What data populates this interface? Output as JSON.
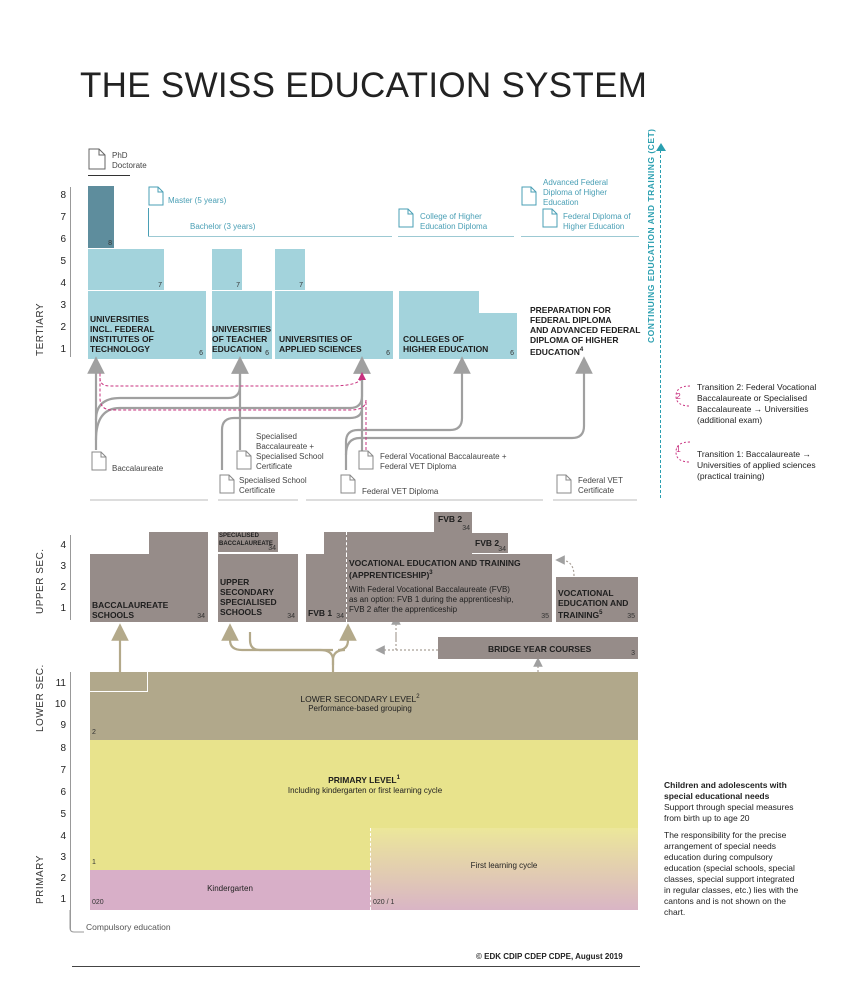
{
  "title": "THE SWISS EDUCATION SYSTEM",
  "side_labels": {
    "tertiary": "TERTIARY",
    "upper_sec": "UPPER SEC.",
    "lower_sec": "LOWER SEC.",
    "primary": "PRIMARY",
    "cet": "CONTINUING EDUCATION AND TRAINING (CET)"
  },
  "tertiary_axis": [
    "8",
    "7",
    "6",
    "5",
    "4",
    "3",
    "2",
    "1"
  ],
  "upper_axis": [
    "4",
    "3",
    "2",
    "1"
  ],
  "lower_axis": [
    "11",
    "10",
    "9"
  ],
  "primary_axis": [
    "8",
    "7",
    "6",
    "5",
    "4",
    "3",
    "2",
    "1"
  ],
  "tertiary": {
    "phd": "PhD\nDoctorate",
    "master": "Master (5 years)",
    "bachelor": "Bachelor (3 years)",
    "college_diploma": "College of Higher\nEducation Diploma",
    "adv_fed_diploma": "Advanced Federal\nDiploma of Higher\nEducation",
    "fed_diploma": "Federal Diploma of\nHigher Education",
    "universities": "UNIVERSITIES\nINCL. FEDERAL\nINSTITUTES OF\nTECHNOLOGY",
    "teacher": "UNIVERSITIES\nOF TEACHER\nEDUCATION",
    "applied": "UNIVERSITIES OF\nAPPLIED SCIENCES",
    "colleges": "COLLEGES OF\nHIGHER EDUCATION",
    "preparation": "PREPARATION FOR\nFEDERAL DIPLOMA\nAND ADVANCED FEDERAL\nDIPLOMA OF HIGHER\nEDUCATION",
    "prep_sup": "4",
    "n8": "8",
    "n7a": "7",
    "n7b": "7",
    "n7c": "7",
    "n6a": "6",
    "n6b": "6",
    "n6c": "6",
    "n6d": "6"
  },
  "certificates": {
    "baccalaureate": "Baccalaureate",
    "spec_bacc": "Specialised\nBaccalaureate +\nSpecialised School\nCertificate",
    "spec_school_cert": "Specialised School\nCertificate",
    "fvb_vet": "Federal Vocational Baccalaureate +\nFederal VET Diploma",
    "vet_diploma": "Federal VET Diploma",
    "vet_cert": "Federal VET\nCertificate"
  },
  "transitions": {
    "t2_num": "2",
    "t2": "Transition 2: Federal Vocational\nBaccalaureate  or Specialised\nBaccalaureate → Universities\n(additional exam)",
    "t1_num": "1",
    "t1": "Transition 1: Baccalaureate →\nUniversities of applied sciences\n(practical training)"
  },
  "upper": {
    "bacc_schools": "BACCALAUREATE\nSCHOOLS",
    "spec_bacc_box": "SPECIALISED\nBACCALAUREATE",
    "upper_spec": "UPPER\nSECONDARY\nSPECIALISED\nSCHOOLS",
    "fvb1": "FVB 1",
    "fvb2a": "FVB 2",
    "fvb2b": "FVB 2",
    "vet_title": "VOCATIONAL EDUCATION AND TRAINING\n(APPRENTICESHIP)",
    "vet_sup": "3",
    "vet_desc": "With Federal Vocational Baccalaureate (FVB)\nas an option: FVB 1 during the apprenticeship,\nFVB 2 after the apprenticeship",
    "voc": "VOCATIONAL\nEDUCATION AND\nTRAINING",
    "voc_sup": "5",
    "bridge": "BRIDGE YEAR COURSES",
    "n34a": "34",
    "n34b": "34",
    "n34c": "34",
    "n34d": "34",
    "n34e": "34",
    "n34f": "34",
    "n35a": "35",
    "n35b": "35",
    "n3": "3"
  },
  "lower": {
    "title": "LOWER SECONDARY LEVEL",
    "sup": "2",
    "sub": "Performance-based grouping",
    "n2": "2"
  },
  "primary": {
    "title": "PRIMARY LEVEL",
    "sup": "1",
    "sub": "Including kindergarten or first learning cycle",
    "kindergarten": "Kindergarten",
    "first_cycle": "First learning cycle",
    "n1": "1",
    "n020a": "020",
    "n020b": "020 / 1"
  },
  "compulsory": "Compulsory education",
  "special_needs": {
    "heading": "Children and adolescents with\nspecial educational needs",
    "line1": "Support through special measures\nfrom birth up to age 20",
    "body": "The responsibility for the precise\narrangement of special needs\neducation during compulsory\neducation (special schools, special\nclasses, special support integrated\nin regular classes, etc.) lies with the\ncantons and is not shown on the\nchart."
  },
  "footer": "© EDK CDIP CDEP CDPE, August 2019",
  "colors": {
    "tertiary": "#a3d3dc",
    "tertiary_dark": "#5e8d9d",
    "upper": "#968c89",
    "lower": "#b1a88b",
    "primary": "#e8e38c",
    "kindergarten": "#d8afc8",
    "transition": "#c8317f",
    "cet": "#2a9fb0"
  }
}
